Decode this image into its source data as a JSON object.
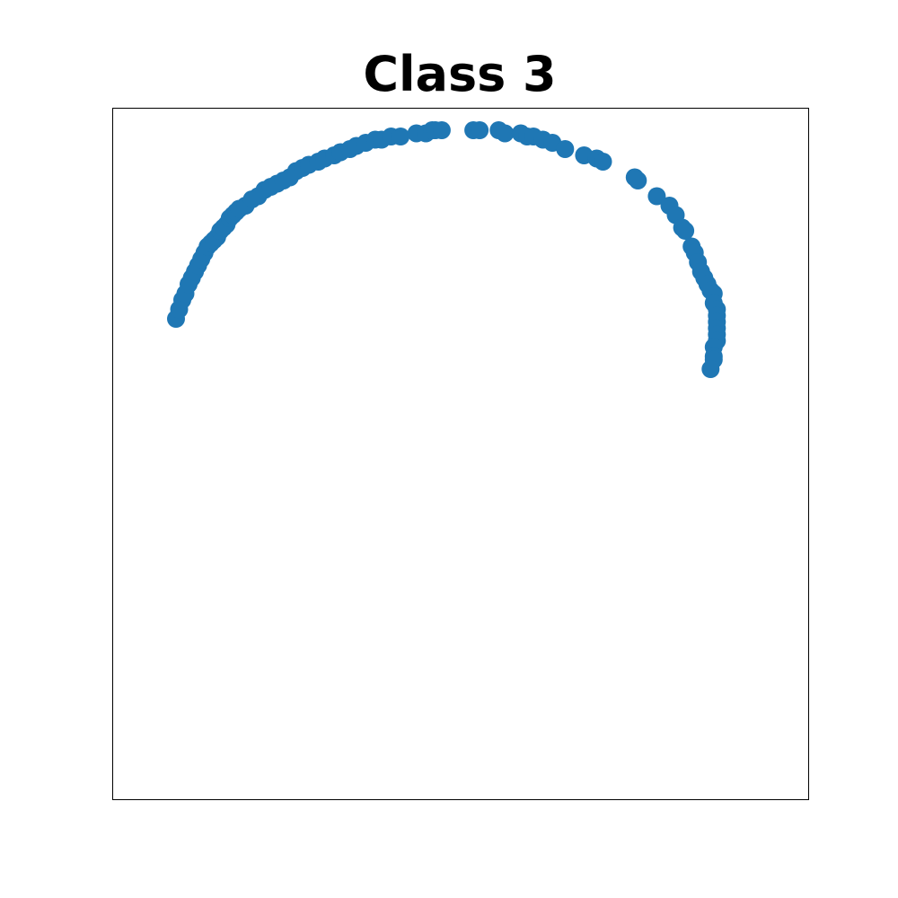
{
  "chart_data": {
    "type": "scatter",
    "title": "Class 3",
    "xlabel": "",
    "ylabel": "",
    "xlim": [
      -1.1,
      1.1
    ],
    "ylim": [
      -1.1,
      1.1
    ],
    "grid": false,
    "ticks": false,
    "marker_color": "#1f77b4",
    "x": [
      -0.9,
      -0.89,
      -0.88,
      -0.87,
      -0.86,
      -0.85,
      -0.84,
      -0.83,
      -0.82,
      -0.81,
      -0.8,
      -0.79,
      -0.78,
      -0.77,
      -0.76,
      -0.75,
      -0.74,
      -0.73,
      -0.72,
      -0.71,
      -0.7,
      -0.68,
      -0.66,
      -0.64,
      -0.62,
      -0.6,
      -0.58,
      -0.56,
      -0.54,
      -0.52,
      -0.5,
      -0.48,
      -0.45,
      -0.43,
      -0.4,
      -0.38,
      -0.35,
      -0.33,
      -0.3,
      -0.27,
      -0.25,
      -0.22,
      -0.19,
      -0.14,
      -0.11,
      -0.09,
      -0.08,
      -0.06,
      0.04,
      0.06,
      0.12,
      0.14,
      0.19,
      0.21,
      0.23,
      0.26,
      0.29,
      0.33,
      0.39,
      0.43,
      0.45,
      0.55,
      0.56,
      0.62,
      0.66,
      0.68,
      0.7,
      0.71,
      0.73,
      0.74,
      0.75,
      0.76,
      0.77,
      0.78,
      0.79,
      0.8,
      0.8,
      0.81,
      0.81,
      0.81,
      0.81,
      0.81,
      0.81,
      0.8,
      0.8,
      0.8,
      0.79
    ],
    "y": [
      0.43,
      0.46,
      0.49,
      0.51,
      0.54,
      0.56,
      0.58,
      0.6,
      0.62,
      0.64,
      0.66,
      0.67,
      0.68,
      0.69,
      0.71,
      0.72,
      0.73,
      0.75,
      0.76,
      0.77,
      0.78,
      0.79,
      0.81,
      0.82,
      0.84,
      0.85,
      0.86,
      0.87,
      0.88,
      0.9,
      0.91,
      0.92,
      0.93,
      0.94,
      0.95,
      0.96,
      0.97,
      0.98,
      0.99,
      1.0,
      1.0,
      1.01,
      1.01,
      1.02,
      1.02,
      1.03,
      1.03,
      1.03,
      1.03,
      1.03,
      1.03,
      1.02,
      1.02,
      1.01,
      1.01,
      1.0,
      0.99,
      0.97,
      0.95,
      0.94,
      0.93,
      0.88,
      0.87,
      0.82,
      0.79,
      0.76,
      0.72,
      0.71,
      0.66,
      0.64,
      0.61,
      0.58,
      0.56,
      0.54,
      0.52,
      0.51,
      0.48,
      0.46,
      0.44,
      0.42,
      0.4,
      0.38,
      0.36,
      0.34,
      0.31,
      0.3,
      0.27
    ]
  }
}
